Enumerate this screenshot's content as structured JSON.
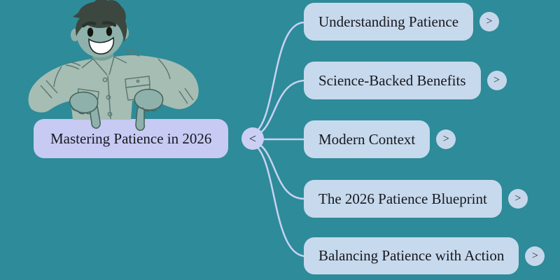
{
  "canvas": {
    "background_color": "#2E8B99"
  },
  "mindmap": {
    "root": {
      "label": "Mastering Patience in 2026",
      "fill_color": "#C7CAF3"
    },
    "branch_fill_color": "#C7D9EC",
    "connector_color": "#C8D2F2",
    "text_color": "#16181F",
    "icons": {
      "collapse": "<",
      "expand": ">"
    },
    "branches": [
      {
        "label": "Understanding Patience"
      },
      {
        "label": "Science-Backed Benefits"
      },
      {
        "label": "Modern Context"
      },
      {
        "label": "The 2026 Patience Blueprint"
      },
      {
        "label": "Balancing Patience with Action"
      }
    ]
  },
  "illustration": {
    "alt": "Smiling man pointing down at the central topic"
  }
}
